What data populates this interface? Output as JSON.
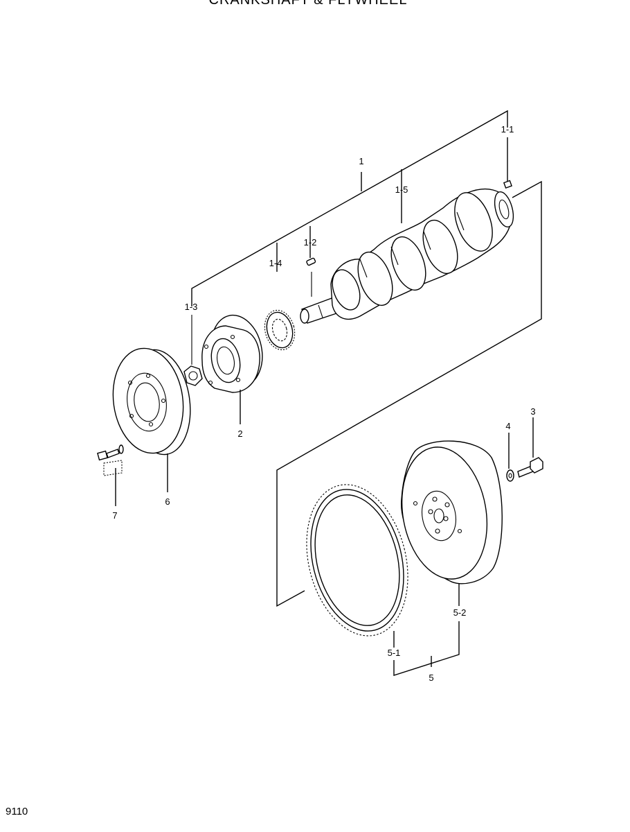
{
  "title": "CRANKSHAFT & FLYWHEEL",
  "figure_number": "9110",
  "callouts": {
    "p1": "1",
    "p1_1": "1-1",
    "p1_2": "1-2",
    "p1_3": "1-3",
    "p1_4": "1-4",
    "p1_5": "1-5",
    "p2": "2",
    "p3": "3",
    "p4": "4",
    "p5": "5",
    "p5_1": "5-1",
    "p5_2": "5-2",
    "p6": "6",
    "p7": "7"
  }
}
